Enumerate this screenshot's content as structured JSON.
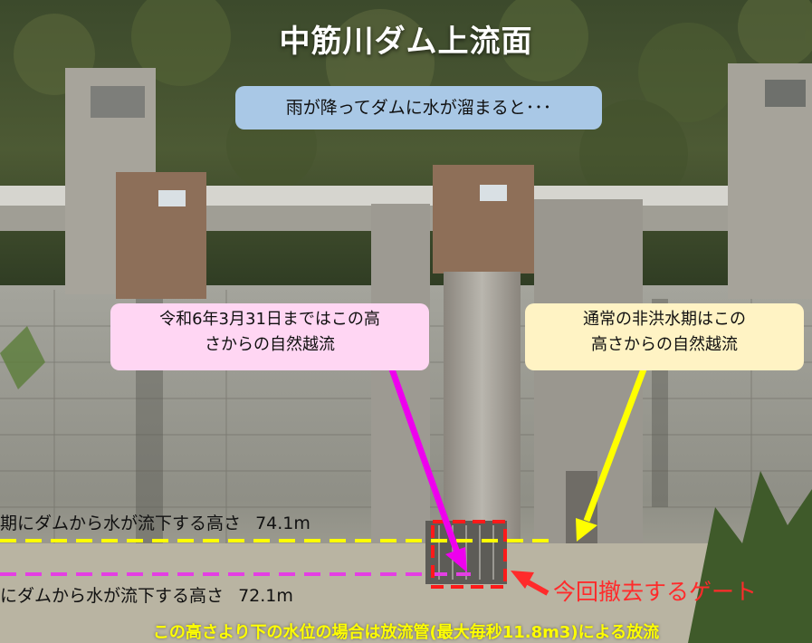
{
  "title": "中筋川ダム上流面",
  "callouts": {
    "rain": "雨が降ってダムに水が溜まると･･･",
    "pink_line1": "令和6年3月31日まではこの高",
    "pink_line2": "さからの自然越流",
    "yellow_line1": "通常の非洪水期はこの",
    "yellow_line2": "高さからの自然越流"
  },
  "levels": {
    "upper_text": "期にダムから水が流下する高さ",
    "upper_value": "74.1m",
    "lower_text": "にダムから水が流下する高さ",
    "lower_value": "72.1m"
  },
  "gate_label": "今回撤去するゲート",
  "bottom_note": "この高さより下の水位の場合は放流管(最大毎秒11.8m3)による放流",
  "colors": {
    "yellow_line": "#ffff00",
    "magenta_line": "#e43ee4",
    "gate_box": "#ff1a1a",
    "rain_box": "#a9c8e6",
    "pink_box": "#ffd6f3",
    "yellow_box": "#fff3c4",
    "magenta_arrow": "#ee00ee",
    "yellow_arrow": "#ffff00"
  }
}
